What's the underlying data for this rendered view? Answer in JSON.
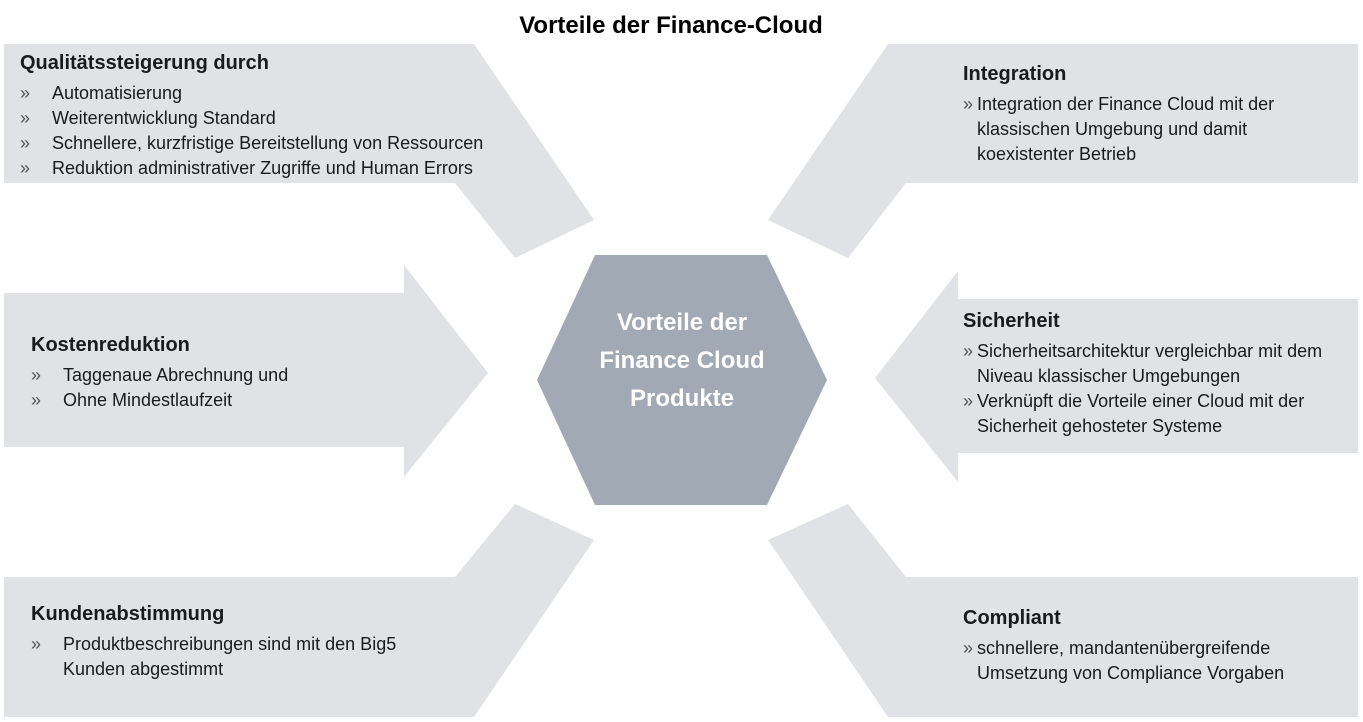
{
  "title": "Vorteile der Finance-Cloud",
  "center": {
    "label": "Vorteile der Finance Cloud Produkte"
  },
  "colors": {
    "arrow": "#e0e2e5",
    "hexagon": "#a1aab4",
    "text": "#1a1a1a"
  },
  "bullet_glyph": "»",
  "blocks": [
    {
      "heading": "Qualitätssteigerung durch",
      "items": [
        "Automatisierung",
        "Weiterentwicklung Standard",
        "Schnellere, kurzfristige Bereitstellung von Ressourcen",
        "Reduktion administrativer Zugriffe und Human Errors"
      ]
    },
    {
      "heading": "Integration",
      "items": [
        "Integration der Finance Cloud mit der klassischen Umgebung und damit koexistenter Betrieb"
      ]
    },
    {
      "heading": "Kostenreduktion",
      "items": [
        "Taggenaue Abrechnung und",
        "Ohne Mindestlaufzeit"
      ]
    },
    {
      "heading": "Sicherheit",
      "items": [
        "Sicherheitsarchitektur vergleichbar mit dem Niveau klassischer Umgebungen",
        "Verknüpft die Vorteile einer Cloud mit der Sicherheit gehosteter Systeme"
      ]
    },
    {
      "heading": "Kundenabstimmung",
      "items": [
        "Produktbeschreibungen sind mit den Big5 Kunden abgestimmt"
      ]
    },
    {
      "heading": "Compliant",
      "items": [
        "schnellere, mandantenübergreifende Umsetzung von Compliance Vorgaben"
      ]
    }
  ]
}
